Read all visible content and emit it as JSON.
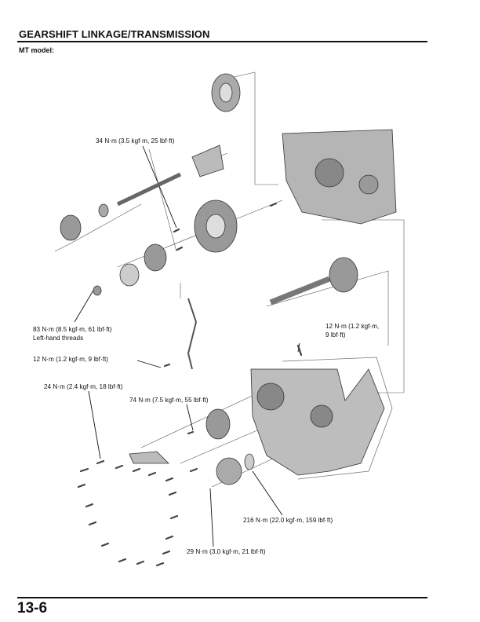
{
  "header": {
    "title": "GEARSHIFT LINKAGE/TRANSMISSION",
    "subtitle": "MT model:"
  },
  "callouts": {
    "c1": "34 N·m (3.5 kgf·m, 25 lbf·ft)",
    "c2a": "83 N·m (8.5 kgf·m, 61 lbf·ft)",
    "c2b": "Left-hand threads",
    "c3": "12 N·m (1.2 kgf·m, 9 lbf·ft)",
    "c4a": "12 N·m (1.2 kgf·m,",
    "c4b": "9 lbf·ft)",
    "c5": "24 N·m (2.4 kgf·m, 18 lbf·ft)",
    "c6": "74 N·m (7.5 kgf·m, 55 lbf·ft)",
    "c7": "216 N·m (22.0 kgf·m, 159 lbf·ft)",
    "c8": "29 N·m (3.0 kgf·m, 21 lbf·ft)"
  },
  "footer": {
    "page_number": "13-6"
  }
}
